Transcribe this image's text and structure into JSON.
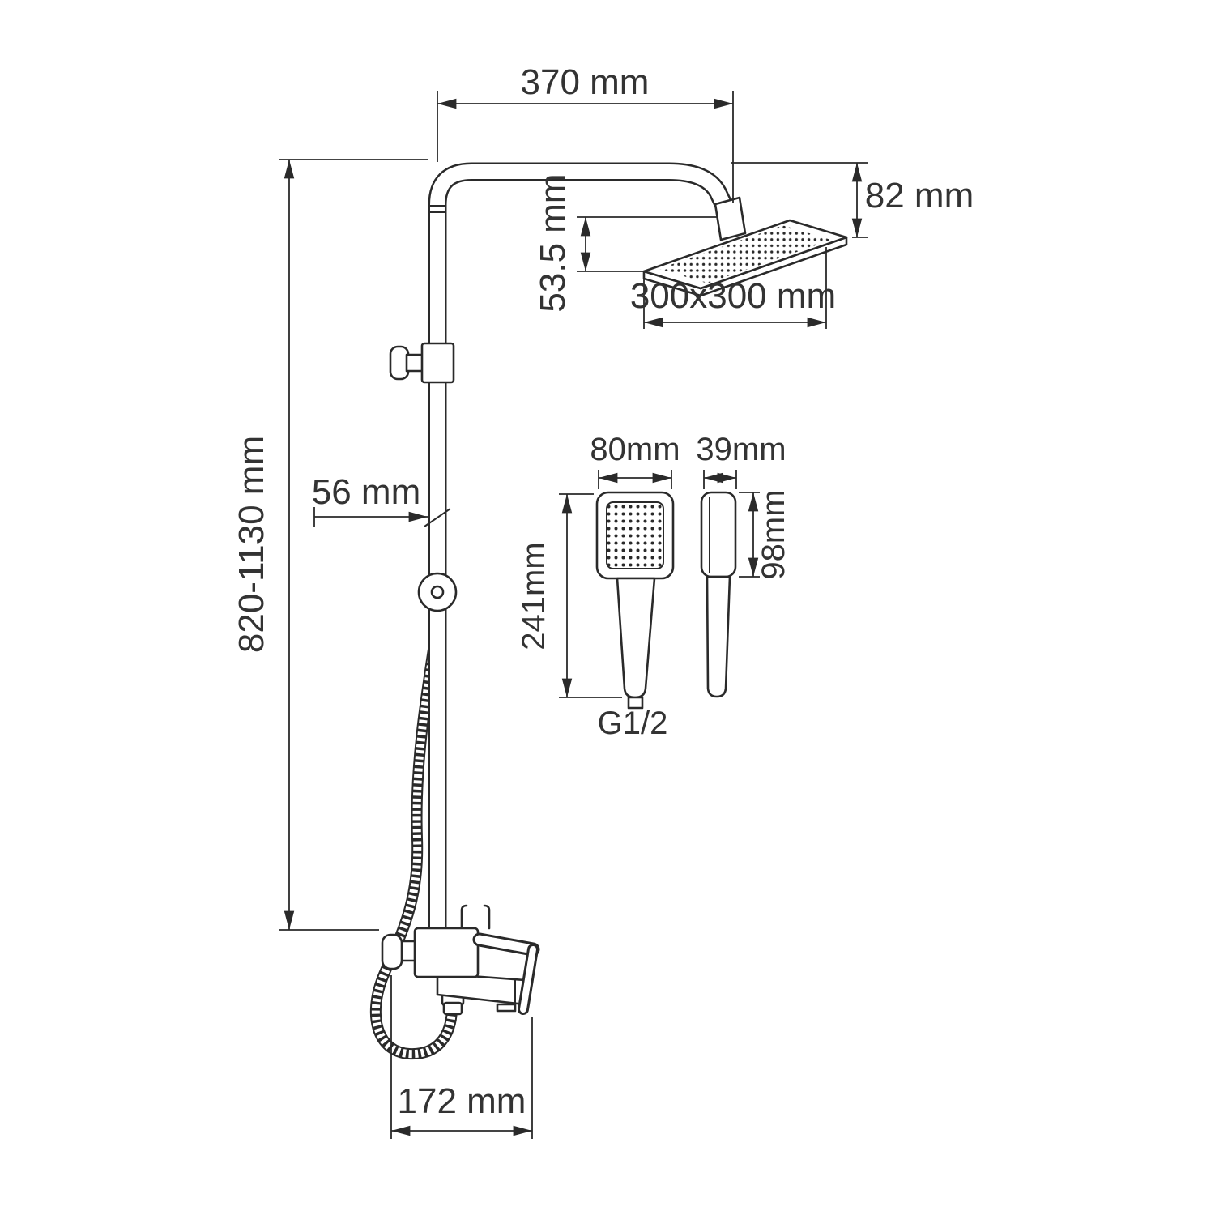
{
  "diagram": {
    "colors": {
      "line": "#2a2a2a",
      "text": "#333333",
      "background": "#ffffff"
    },
    "labels": {
      "top_arm_width": "370 mm",
      "head_drop": "82 mm",
      "head_offset": "53.5 mm",
      "head_size": "300x300 mm",
      "bracket_offset": "56 mm",
      "column_height": "820-1130 mm",
      "handshower_width": "80mm",
      "handshower_depth": "39mm",
      "handshower_length": "241mm",
      "handshower_head_length": "98mm",
      "connection_thread": "G1/2",
      "spout_reach": "172 mm"
    }
  }
}
